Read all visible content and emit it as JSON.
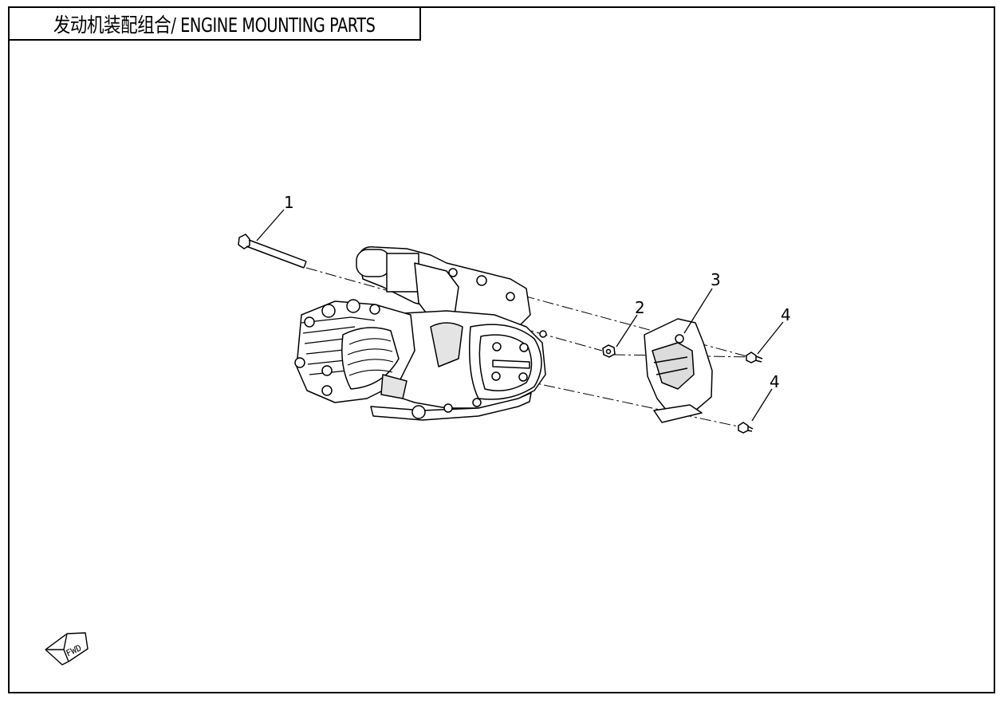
{
  "page": {
    "title": "发动机装配组合/ ENGINE MOUNTING PARTS"
  },
  "callouts": [
    "1",
    "2",
    "3",
    "4",
    "4"
  ],
  "direction_marker": "FWD",
  "colors": {
    "line": "#000000",
    "background": "#ffffff",
    "shade": "#d8d8d8"
  }
}
